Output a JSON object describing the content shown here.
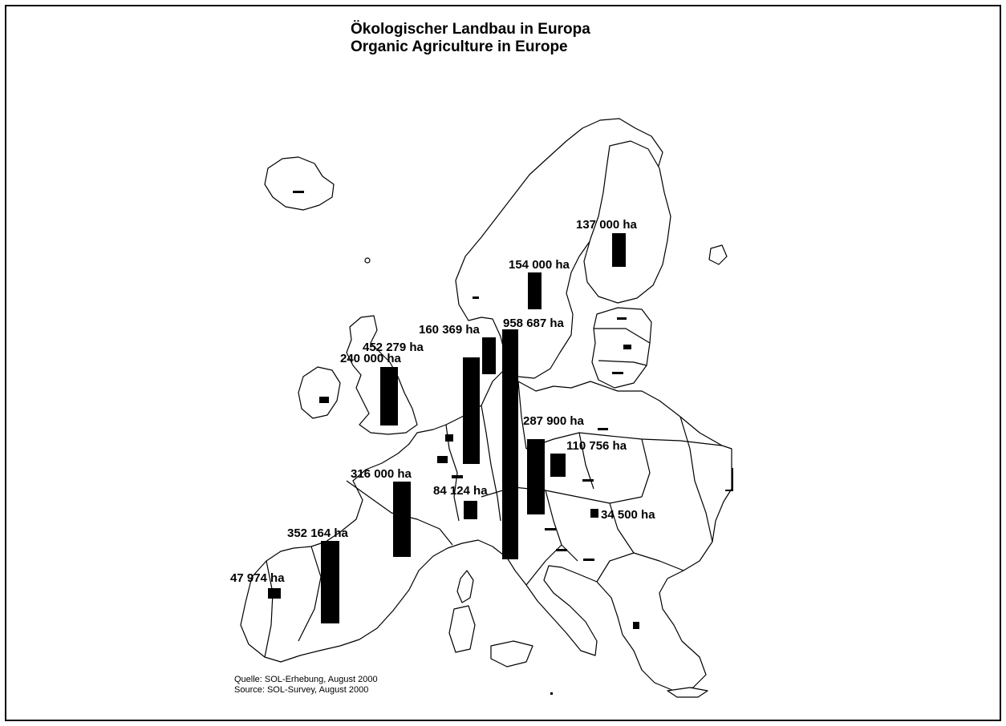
{
  "title": {
    "line1": "Ökologischer Landbau in Europa",
    "line2": "Organic Agriculture in Europe"
  },
  "source": {
    "line1": "Quelle: SOL-Erhebung, August 2000",
    "line2": "Source: SOL-Survey, August 2000"
  },
  "colors": {
    "bar": "#000000",
    "border": "#000000",
    "land": "#ffffff"
  },
  "bars": [
    {
      "country": "Finland",
      "label": "137 000 ha"
    },
    {
      "country": "Sweden",
      "label": "154 000 ha"
    },
    {
      "country": "Denmark",
      "label": "160 369 ha"
    },
    {
      "country": "Germany",
      "label": "452 279 ha"
    },
    {
      "country": "Italy",
      "label": "958 687 ha"
    },
    {
      "country": "United Kingdom",
      "label": "240 000 ha"
    },
    {
      "country": "Austria",
      "label": "287 900 ha"
    },
    {
      "country": "Czech Republic",
      "label": "110 756 ha"
    },
    {
      "country": "France",
      "label": "316 000 ha"
    },
    {
      "country": "Switzerland",
      "label": "84 124 ha"
    },
    {
      "country": "Romania",
      "label": "34 500 ha"
    },
    {
      "country": "Spain",
      "label": "352 164 ha"
    },
    {
      "country": "Portugal",
      "label": "47 974 ha"
    }
  ]
}
